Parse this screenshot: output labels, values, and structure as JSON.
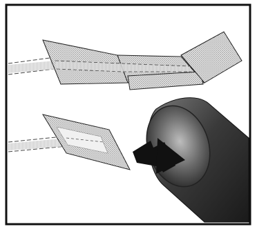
{
  "figure": {
    "panel_count": 2,
    "colors": {
      "background": "#ffffff",
      "frame": "#111111",
      "stipple_fill": "#d6d6d6",
      "arrow": "#111111",
      "tube_dark": "#1c1c1c",
      "tube_mid": "#6e6e6e",
      "tube_light": "#cfcfcf"
    },
    "panels": [
      {
        "name": "top-panel",
        "content": "folded-flat-sheet-with-strands"
      },
      {
        "name": "bottom-panel",
        "content": "sheet-inserted-into-tube",
        "icons": [
          "arrow-icon",
          "tube-icon"
        ]
      }
    ]
  }
}
